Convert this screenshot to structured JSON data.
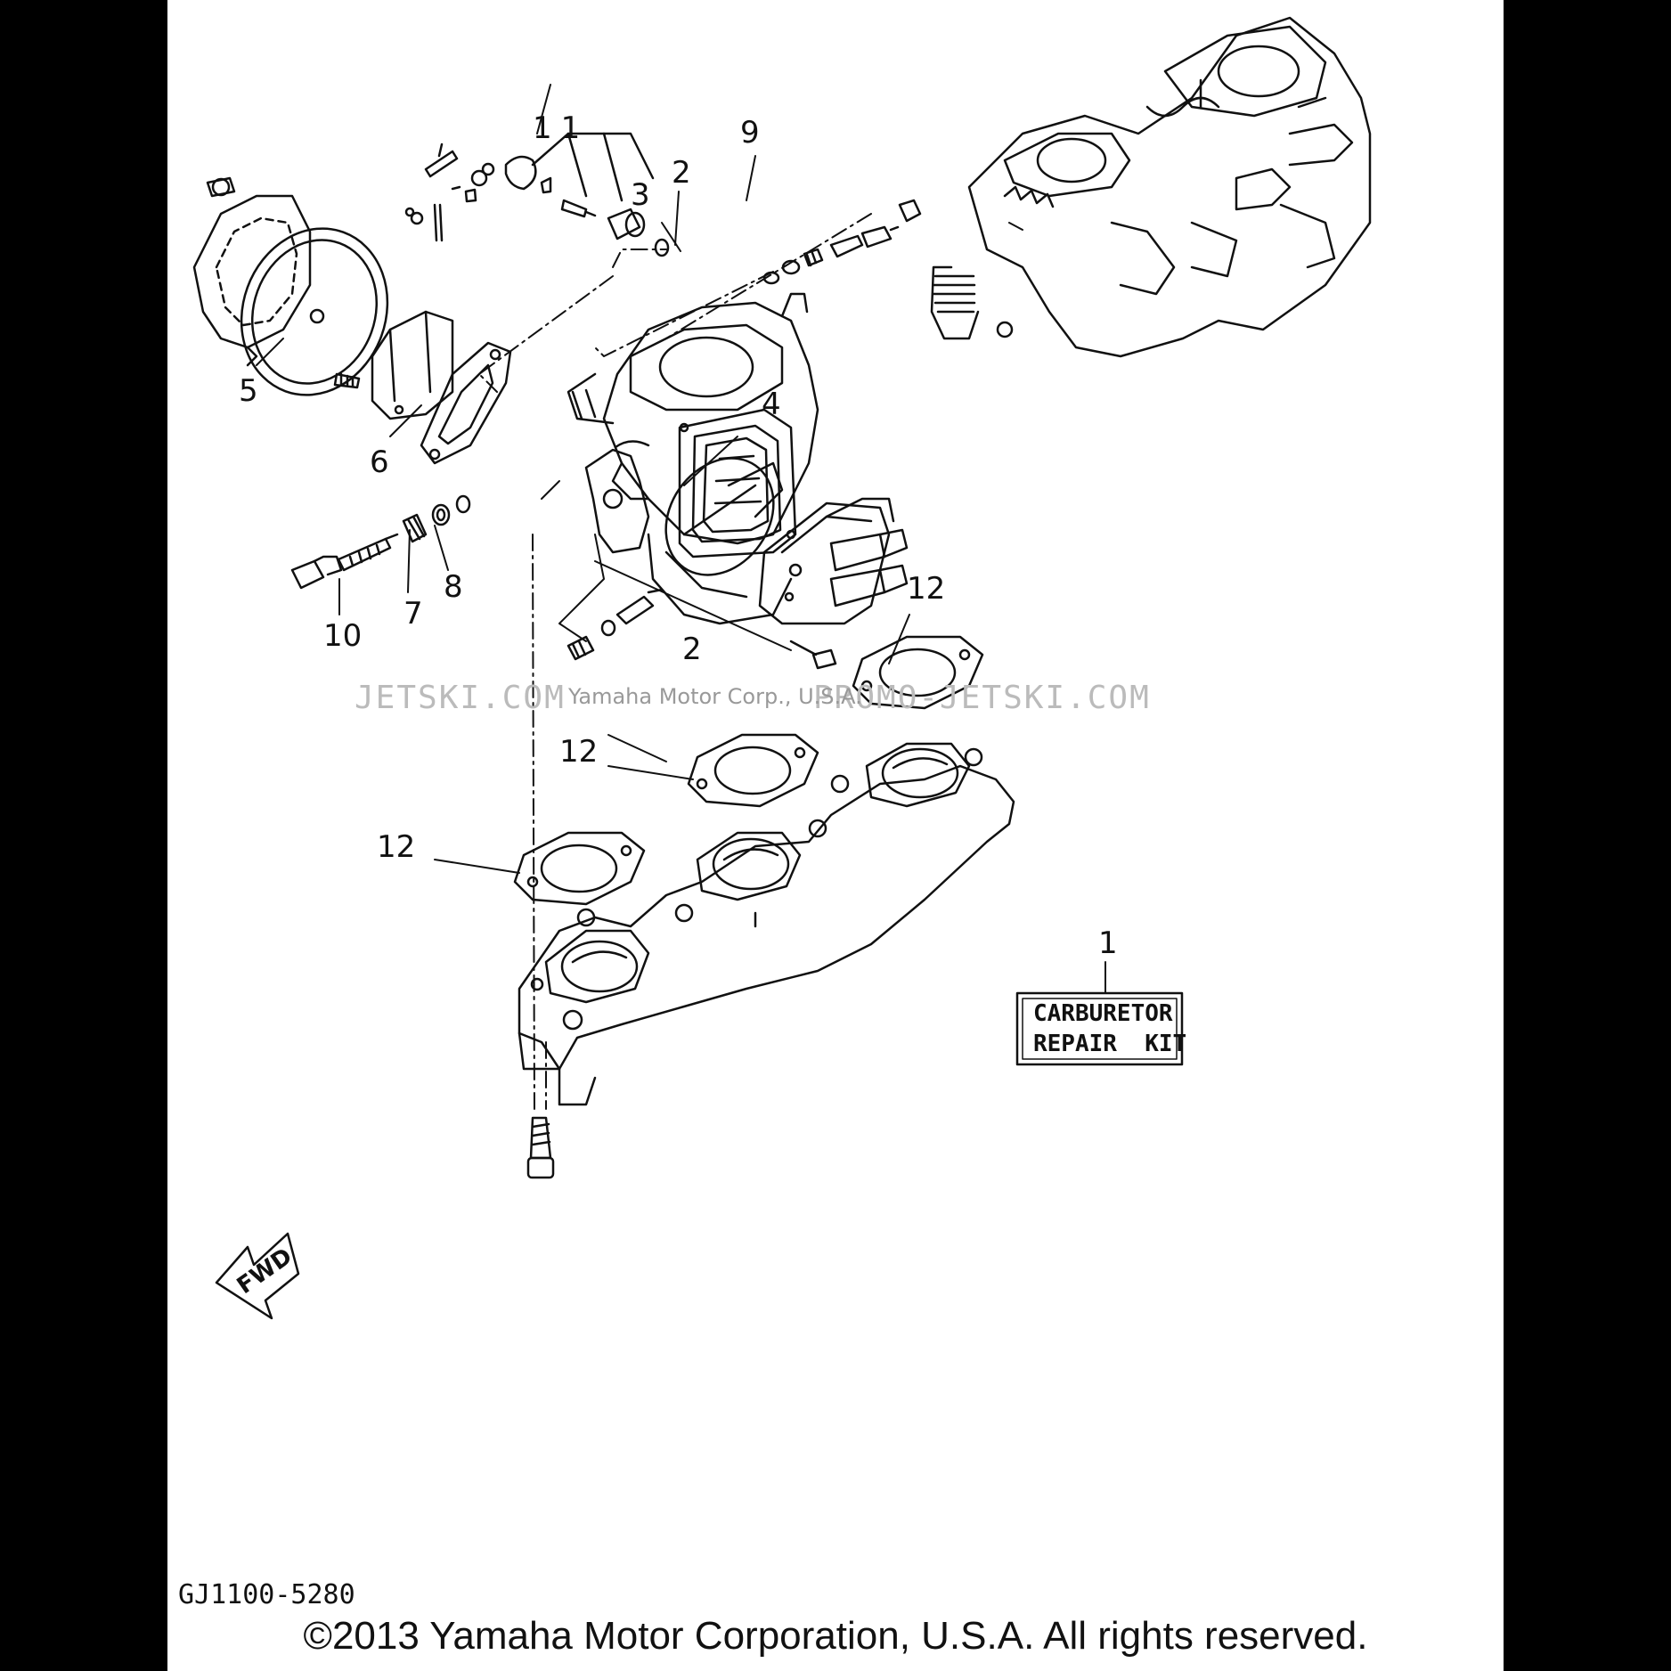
{
  "callouts": [
    {
      "id": "c1",
      "text": "1"
    },
    {
      "id": "c2a",
      "text": "2"
    },
    {
      "id": "c2b",
      "text": "2"
    },
    {
      "id": "c3",
      "text": "3"
    },
    {
      "id": "c4",
      "text": "4"
    },
    {
      "id": "c5",
      "text": "5"
    },
    {
      "id": "c6",
      "text": "6"
    },
    {
      "id": "c7",
      "text": "7"
    },
    {
      "id": "c8",
      "text": "8"
    },
    {
      "id": "c9",
      "text": "9"
    },
    {
      "id": "c10",
      "text": "10"
    },
    {
      "id": "c11",
      "text": "11"
    },
    {
      "id": "c12a",
      "text": "12"
    },
    {
      "id": "c12b",
      "text": "12"
    },
    {
      "id": "c12c",
      "text": "12"
    }
  ],
  "repair_kit": {
    "line1": "CARBURETOR",
    "line2": "REPAIR  KIT"
  },
  "forward_label": "FWD",
  "diagram_code": "GJ1100-5280",
  "watermark": {
    "left": "JETSKI.COM",
    "right": "PROMO-JETSKI.COM",
    "middle": "Yamaha Motor Corp., U.S.A."
  },
  "copyright": "©2013 Yamaha Motor Corporation, U.S.A. All rights reserved.",
  "colors": {
    "ink": "#111111",
    "page": "#ffffff",
    "background": "#000000"
  }
}
